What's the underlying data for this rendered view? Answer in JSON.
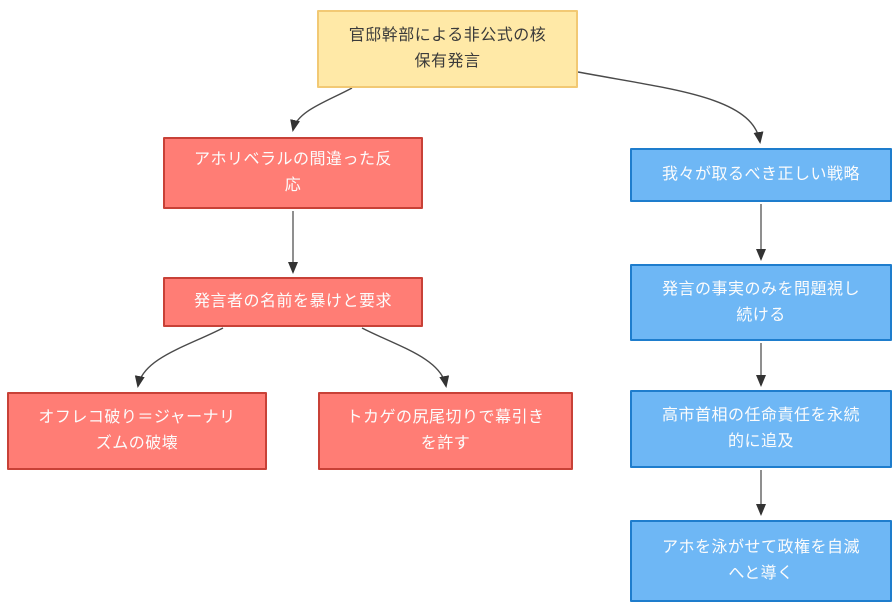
{
  "diagram": {
    "type": "flowchart",
    "palette": {
      "background": "#ffffff",
      "topic_fill": "#ffe9a7",
      "topic_border": "#f2c974",
      "topic_text": "#3b3b3b",
      "wrong_fill": "#ff7d75",
      "wrong_border": "#c84137",
      "right_fill": "#6eb7f5",
      "right_border": "#1e7dcd",
      "node_text": "#fcfcfc",
      "edge_straight": "#8f8f8f",
      "edge_curved": "#4a4a4a",
      "arrowhead": "#333333"
    },
    "nodes": [
      {
        "id": "root",
        "label": "官邸幹部による非公式の核\n保有発言",
        "type": "topic"
      },
      {
        "id": "wrong-reaction",
        "label": "アホリベラルの間違った反\n応",
        "type": "wrong"
      },
      {
        "id": "demand-names",
        "label": "発言者の名前を暴けと要求",
        "type": "wrong"
      },
      {
        "id": "off-record-breaking",
        "label": "オフレコ破り＝ジャーナリ\nズムの破壊",
        "type": "wrong"
      },
      {
        "id": "lizard-tail-cut",
        "label": "トカゲの尻尾切りで幕引き\nを許す",
        "type": "wrong"
      },
      {
        "id": "right-strategy",
        "label": "我々が取るべき正しい戦略",
        "type": "right"
      },
      {
        "id": "focus-on-fact",
        "label": "発言の事実のみを問題視し\n続ける",
        "type": "right"
      },
      {
        "id": "pursue-responsibility",
        "label": "高市首相の任命責任を永続\n的に追及",
        "type": "right"
      },
      {
        "id": "let-fool-swim",
        "label": "アホを泳がせて政権を自滅\nへと導く",
        "type": "right"
      }
    ],
    "edges": [
      {
        "from": "root",
        "to": "wrong-reaction"
      },
      {
        "from": "root",
        "to": "right-strategy"
      },
      {
        "from": "wrong-reaction",
        "to": "demand-names"
      },
      {
        "from": "demand-names",
        "to": "off-record-breaking"
      },
      {
        "from": "demand-names",
        "to": "lizard-tail-cut"
      },
      {
        "from": "right-strategy",
        "to": "focus-on-fact"
      },
      {
        "from": "focus-on-fact",
        "to": "pursue-responsibility"
      },
      {
        "from": "pursue-responsibility",
        "to": "let-fool-swim"
      }
    ]
  }
}
